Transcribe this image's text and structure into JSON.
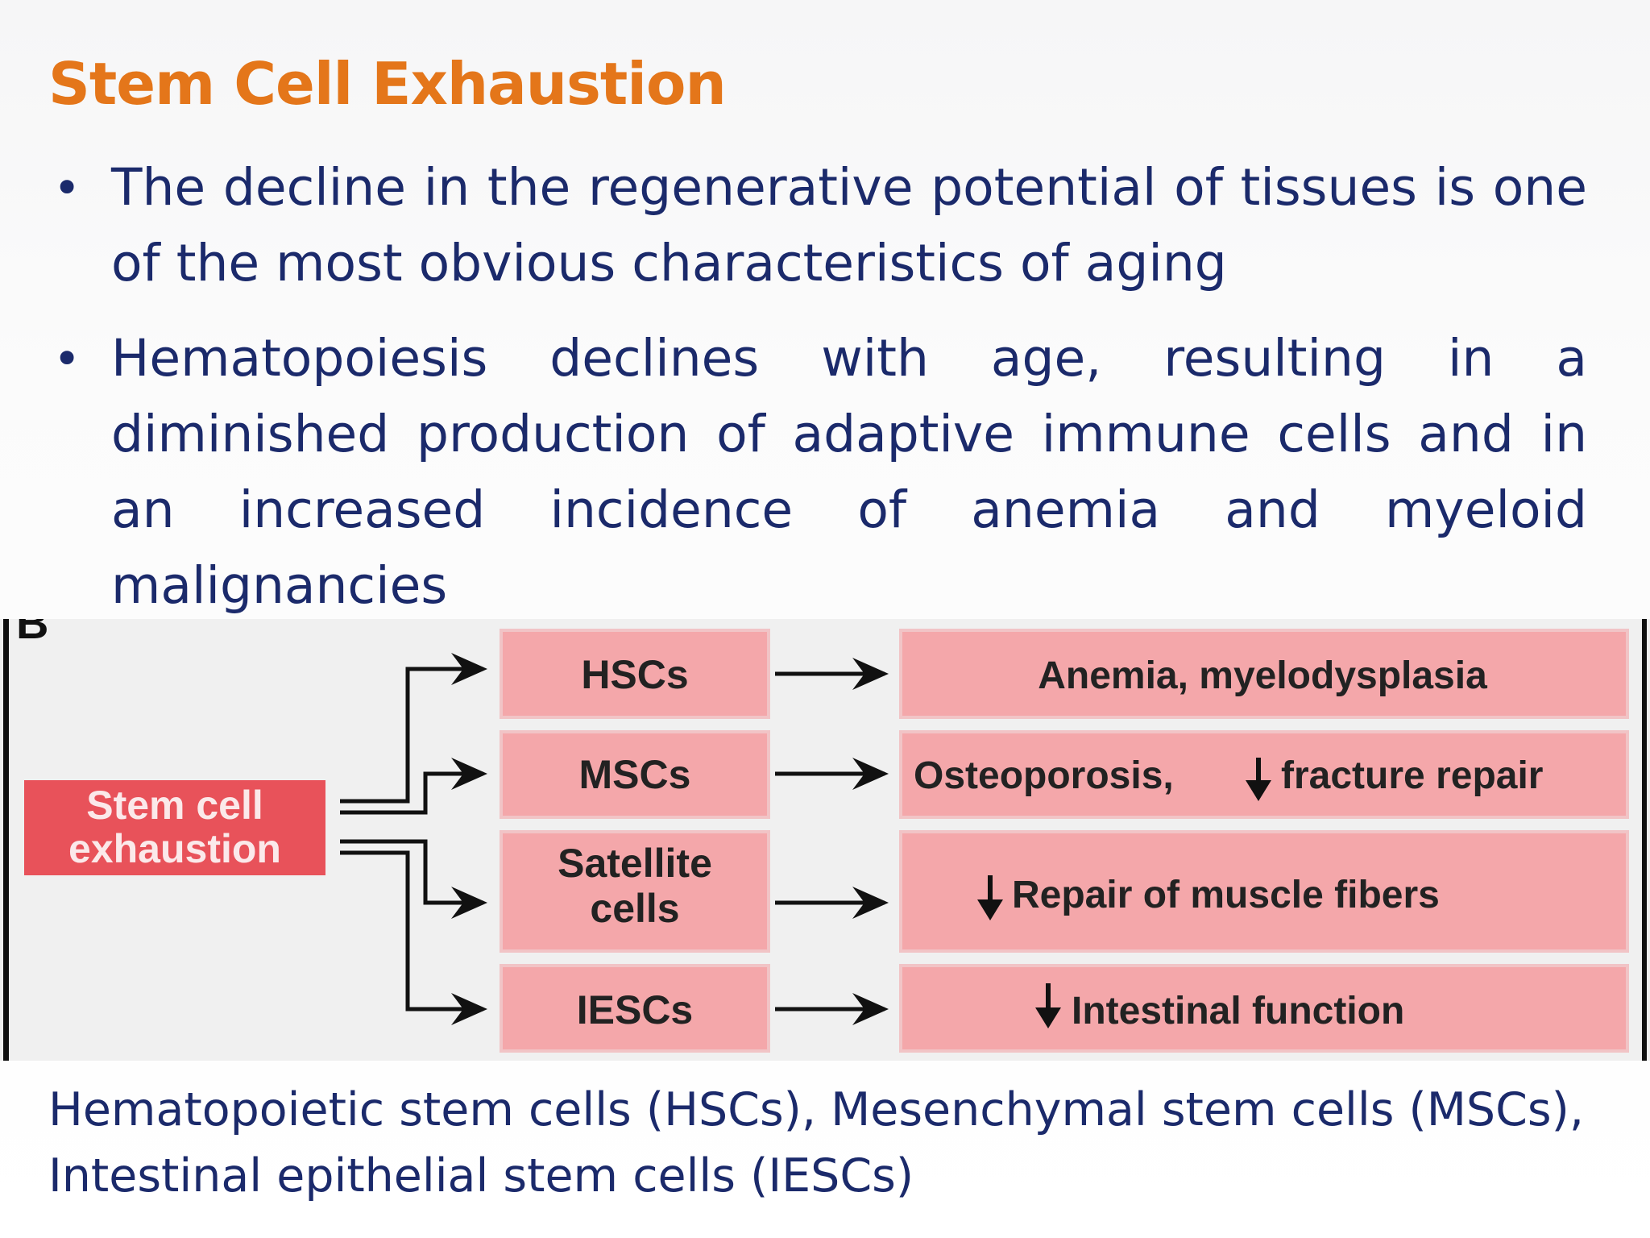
{
  "slide": {
    "title": "Stem Cell Exhaustion",
    "bullets": [
      "The decline in the regenerative potential of tissues is one of the most obvious characteristics of aging",
      "Hematopoiesis declines with age, resulting in a diminished production of adaptive immune cells and in an increased incidence of anemia and myeloid malignancies"
    ],
    "bullet_symbol": "•",
    "caption_lines": [
      "Hematopoietic stem cells (HSCs), Mesenchymal stem cells (MSCs),",
      "Intestinal epithelial stem cells (IESCs)"
    ]
  },
  "diagram": {
    "panel_letter": "B",
    "source_box": {
      "lines": [
        "Stem cell",
        "exhaustion"
      ]
    },
    "rows": [
      {
        "cell": [
          "HSCs"
        ],
        "outcome": "Anemia, myelodysplasia",
        "down_arrow": false
      },
      {
        "cell": [
          "MSCs"
        ],
        "outcome_parts": [
          "Osteoporosis,",
          "fracture repair"
        ],
        "down_arrow": true
      },
      {
        "cell": [
          "Satellite",
          "cells"
        ],
        "outcome": "Repair of muscle fibers",
        "down_arrow": true
      },
      {
        "cell": [
          "IESCs"
        ],
        "outcome": "Intestinal function",
        "down_arrow": true
      }
    ],
    "colors": {
      "source_fill": "#e8525a",
      "box_fill": "#f4a7aa",
      "box_border": "#f1c4c6",
      "text_dark": "#222222",
      "source_text": "#fbe9ea",
      "arrow": "#111111",
      "panel_bg": "#f0f0f0"
    }
  }
}
